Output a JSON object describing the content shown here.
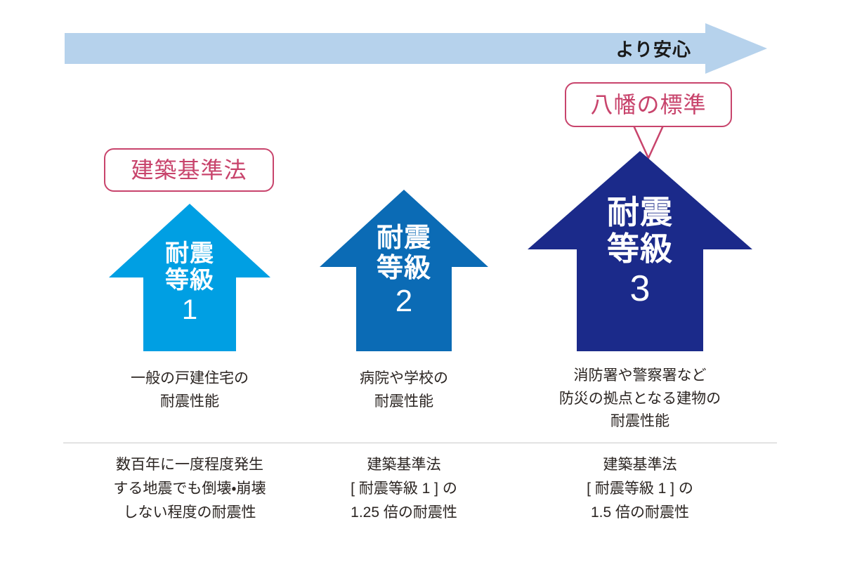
{
  "banner": {
    "label": "より安心",
    "color": "#b6d2ec"
  },
  "callouts": {
    "law": {
      "text": "建築基準法",
      "color": "#c8446c"
    },
    "standard": {
      "text": "八幡の標準",
      "color": "#c8446c"
    }
  },
  "grades": [
    {
      "icon": "up-arrow-icon",
      "title_line1": "耐震",
      "title_line2": "等級",
      "level": "1",
      "color": "#009fe3",
      "description": "一般の戸建住宅の\n耐震性能",
      "note": "数百年に一度程度発生\nする地震でも倒壊・崩壊\nしない程度の耐震性"
    },
    {
      "icon": "up-arrow-icon",
      "title_line1": "耐震",
      "title_line2": "等級",
      "level": "2",
      "color": "#0b6bb5",
      "description": "病院や学校の\n耐震性能",
      "note": "建築基準法\n[ 耐震等級 1 ] の\n1.25 倍の耐震性"
    },
    {
      "icon": "up-arrow-icon",
      "title_line1": "耐震",
      "title_line2": "等級",
      "level": "3",
      "color": "#1b2a8a",
      "description": "消防署や警察署など\n防災の拠点となる建物の\n耐震性能",
      "note": "建築基準法\n[ 耐震等級 1 ] の\n1.5 倍の耐震性"
    }
  ],
  "divider": {
    "color": "#c9c9c9"
  }
}
